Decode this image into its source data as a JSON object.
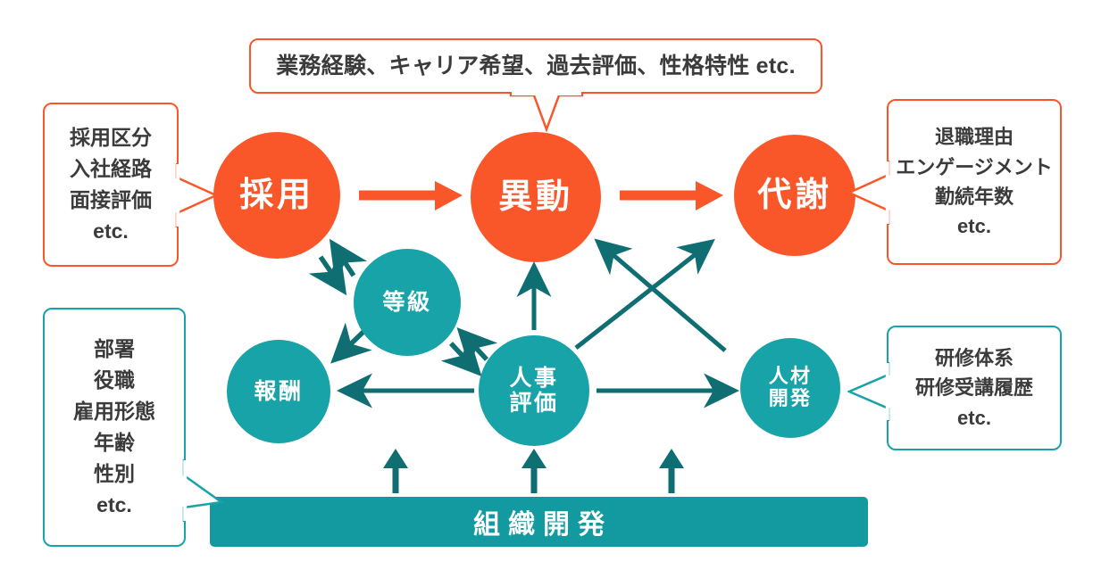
{
  "diagram": {
    "title_bar": {
      "label": "組織開発"
    },
    "colors": {
      "orange": "#F9572A",
      "teal": "#17A3A8",
      "bar_teal": "#139AA0",
      "arrow_dark_teal": "#0E6E72",
      "text_gray": "#3b3b3b",
      "background": "#ffffff"
    },
    "top_flow": {
      "nodes": [
        {
          "id": "saiyo",
          "label": "採用"
        },
        {
          "id": "ido",
          "label": "異動"
        },
        {
          "id": "taisha",
          "label": "代謝"
        }
      ],
      "arrows": [
        {
          "from": "採用",
          "to": "異動",
          "style": "orange-thick"
        },
        {
          "from": "異動",
          "to": "代謝",
          "style": "orange-thick"
        }
      ]
    },
    "hr_nodes": [
      {
        "id": "tokyu",
        "lines": [
          "等級"
        ]
      },
      {
        "id": "hoshu",
        "lines": [
          "報酬"
        ]
      },
      {
        "id": "jinji",
        "lines": [
          "人事",
          "評価"
        ]
      },
      {
        "id": "jinzai",
        "lines": [
          "人材",
          "開発"
        ]
      }
    ],
    "connections": [
      {
        "from": "採用",
        "to": "等級",
        "bidirectional": true
      },
      {
        "from": "等級",
        "to": "人事評価",
        "bidirectional": true
      },
      {
        "from": "等級",
        "to": "報酬",
        "bidirectional": false
      },
      {
        "from": "人事評価",
        "to": "報酬",
        "bidirectional": false
      },
      {
        "from": "人事評価",
        "to": "異動",
        "bidirectional": false
      },
      {
        "from": "人事評価",
        "to": "代謝",
        "bidirectional": false
      },
      {
        "from": "人事評価",
        "to": "人材開発",
        "bidirectional": false
      },
      {
        "from": "人材開発",
        "to": "異動",
        "bidirectional": false
      },
      {
        "from": "組織開発",
        "to": "報酬",
        "bidirectional": false
      },
      {
        "from": "組織開発",
        "to": "人事評価",
        "bidirectional": false
      },
      {
        "from": "組織開発",
        "to": "人材開発",
        "bidirectional": false
      }
    ],
    "callouts": {
      "top": {
        "color": "orange",
        "points_to": "異動",
        "lines": [
          "業務経験、キャリア希望、過去評価、性格特性 etc."
        ]
      },
      "left_top": {
        "color": "orange",
        "points_to": "採用",
        "lines": [
          "採用区分",
          "入社経路",
          "面接評価",
          "etc."
        ]
      },
      "left_bottom": {
        "color": "teal",
        "points_to": "組織開発",
        "lines": [
          "部署",
          "役職",
          "雇用形態",
          "年齢",
          "性別",
          "etc."
        ]
      },
      "right_top": {
        "color": "orange",
        "points_to": "代謝",
        "lines": [
          "退職理由",
          "エンゲージメント",
          "勤続年数",
          "etc."
        ]
      },
      "right_bottom": {
        "color": "teal",
        "points_to": "人材開発",
        "lines": [
          "研修体系",
          "研修受講履歴",
          "etc."
        ]
      }
    }
  }
}
